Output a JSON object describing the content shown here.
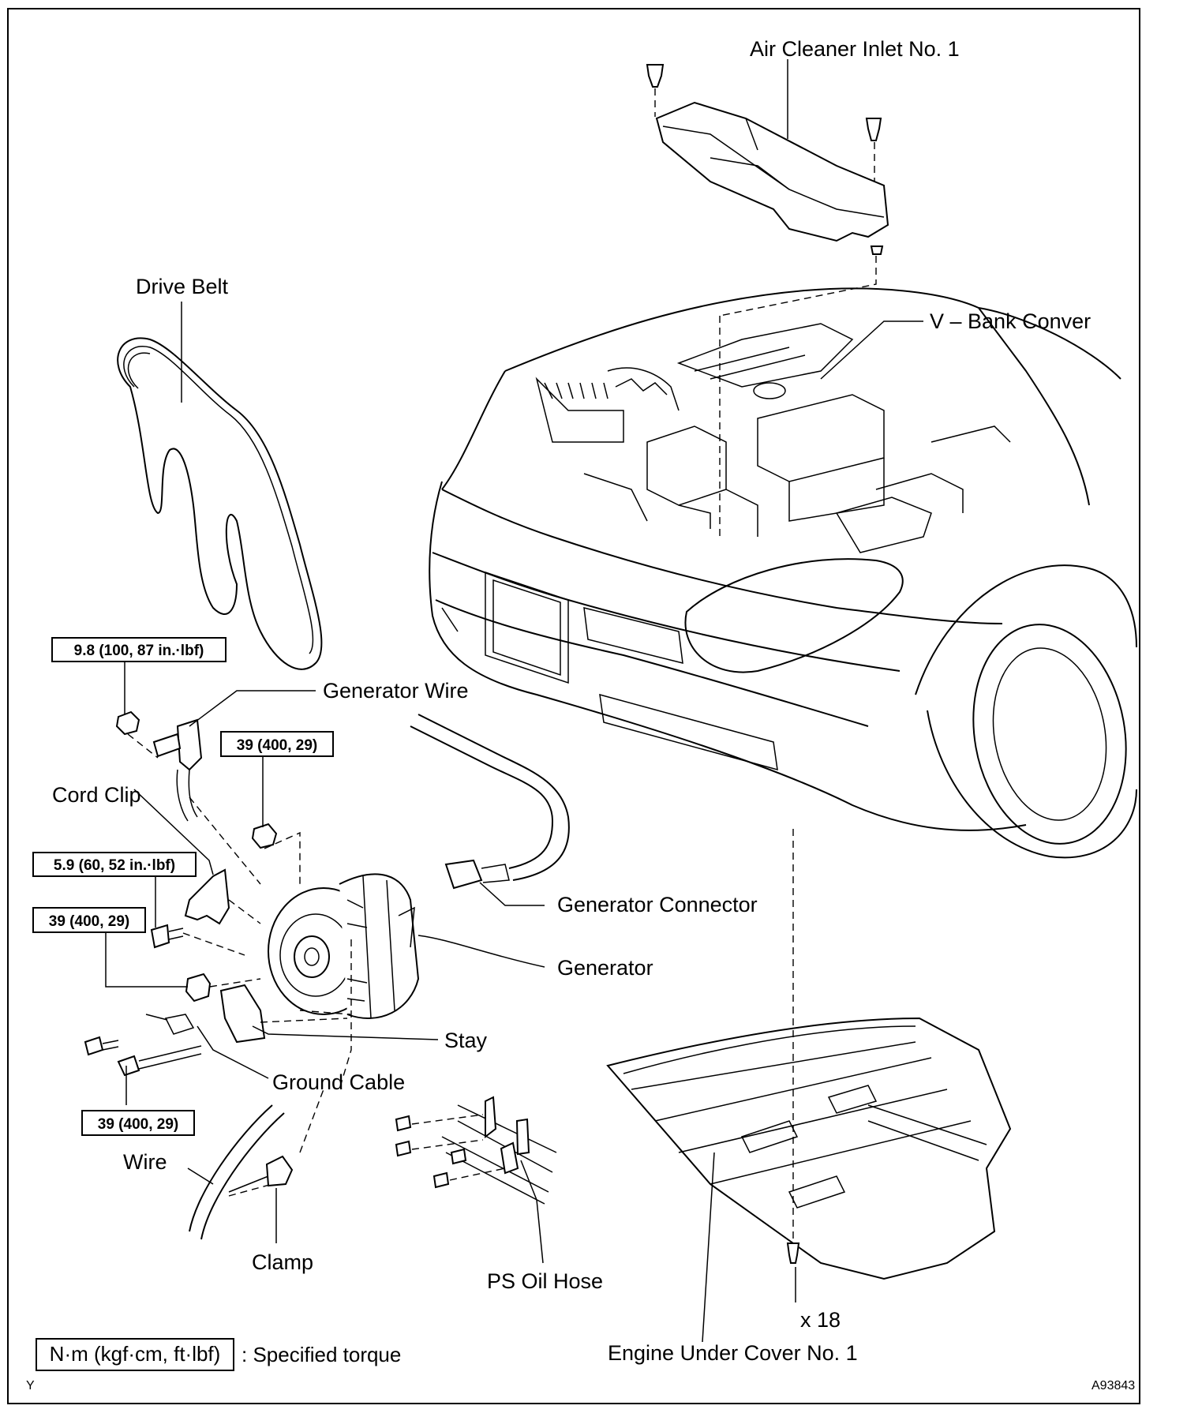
{
  "labels": {
    "air_cleaner_inlet": "Air Cleaner Inlet No. 1",
    "drive_belt": "Drive Belt",
    "v_bank_cover": "V – Bank Conver",
    "generator_wire": "Generator Wire",
    "cord_clip": "Cord Clip",
    "generator_connector": "Generator Connector",
    "generator": "Generator",
    "stay": "Stay",
    "ground_cable": "Ground Cable",
    "wire": "Wire",
    "clamp": "Clamp",
    "ps_oil_hose": "PS Oil Hose",
    "engine_under_cover": "Engine Under Cover No. 1",
    "quantity": "x 18"
  },
  "torques": {
    "wire_nut": "9.8 (100, 87 in.·lbf)",
    "generator_nut_top": "39 (400, 29)",
    "cord_clip_bolt": "5.9 (60, 52 in.·lbf)",
    "generator_nut_left": "39 (400, 29)",
    "generator_bolt_lower": "39 (400, 29)"
  },
  "legend": {
    "unit": "N·m (kgf·cm, ft·lbf)",
    "description": ": Specified torque"
  },
  "figure_code": "A93843",
  "corner_mark": "Y"
}
